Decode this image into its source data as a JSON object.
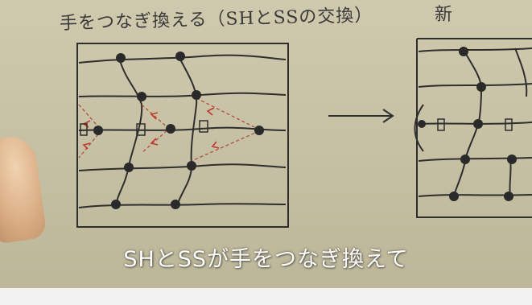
{
  "title": "手をつなぎ換える（SHとSSの交換）",
  "title_right": "新",
  "caption": "SHとSSが手をつなぎ換えて",
  "colors": {
    "paper": "#cbc5a9",
    "ink": "#2e2e2e",
    "red_arrows": "#c0392b",
    "caption_text": "#ffffff"
  }
}
